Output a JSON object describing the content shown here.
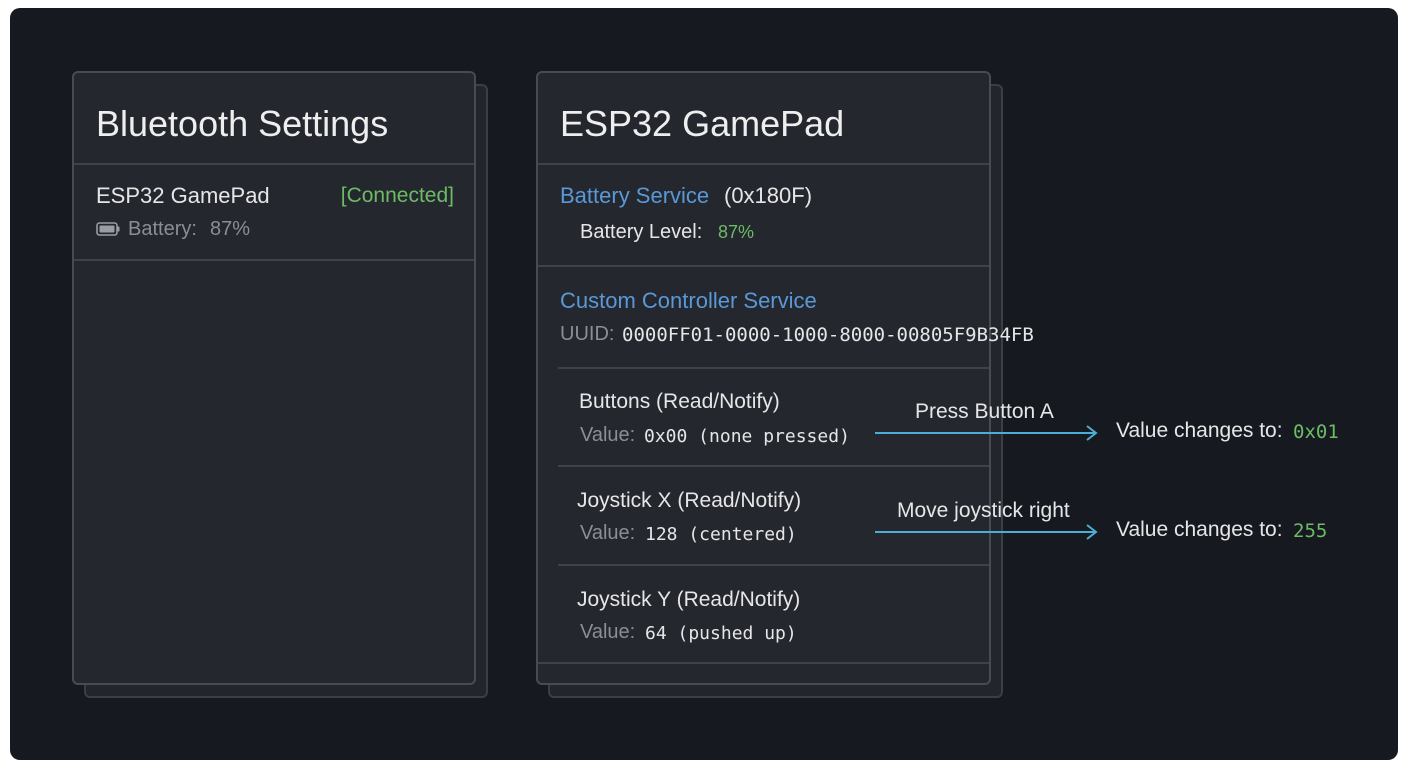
{
  "bluetooth_settings": {
    "title": "Bluetooth Settings",
    "device": {
      "name": "ESP32 GamePad",
      "status": "[Connected]",
      "battery_label": "Battery:",
      "battery_value": "87%",
      "battery_icon": "battery-icon"
    }
  },
  "device_panel": {
    "title": "ESP32 GamePad",
    "battery_service": {
      "name": "Battery Service",
      "uuid": "(0x180F)",
      "level_label": "Battery Level:",
      "level_value": "87%"
    },
    "custom_service": {
      "name": "Custom Controller Service",
      "uuid_label": "UUID:",
      "uuid_value": "0000FF01-0000-1000-8000-00805F9B34FB"
    },
    "characteristics": [
      {
        "name": "Buttons (Read/Notify)",
        "value_label": "Value:",
        "value": "0x00 (none pressed)"
      },
      {
        "name": "Joystick X (Read/Notify)",
        "value_label": "Value:",
        "value": "128 (centered)"
      },
      {
        "name": "Joystick Y (Read/Notify)",
        "value_label": "Value:",
        "value": "64 (pushed up)"
      }
    ]
  },
  "annotations": [
    {
      "action": "Press Button A",
      "result_label": "Value changes to:",
      "result_value": "0x01"
    },
    {
      "action": "Move joystick right",
      "result_label": "Value changes to:",
      "result_value": "255"
    }
  ],
  "colors": {
    "background": "#16191f",
    "panel": "#24272d",
    "accent_blue": "#5a98d8",
    "accent_green": "#6cbb65",
    "arrow": "#4aaed6"
  }
}
